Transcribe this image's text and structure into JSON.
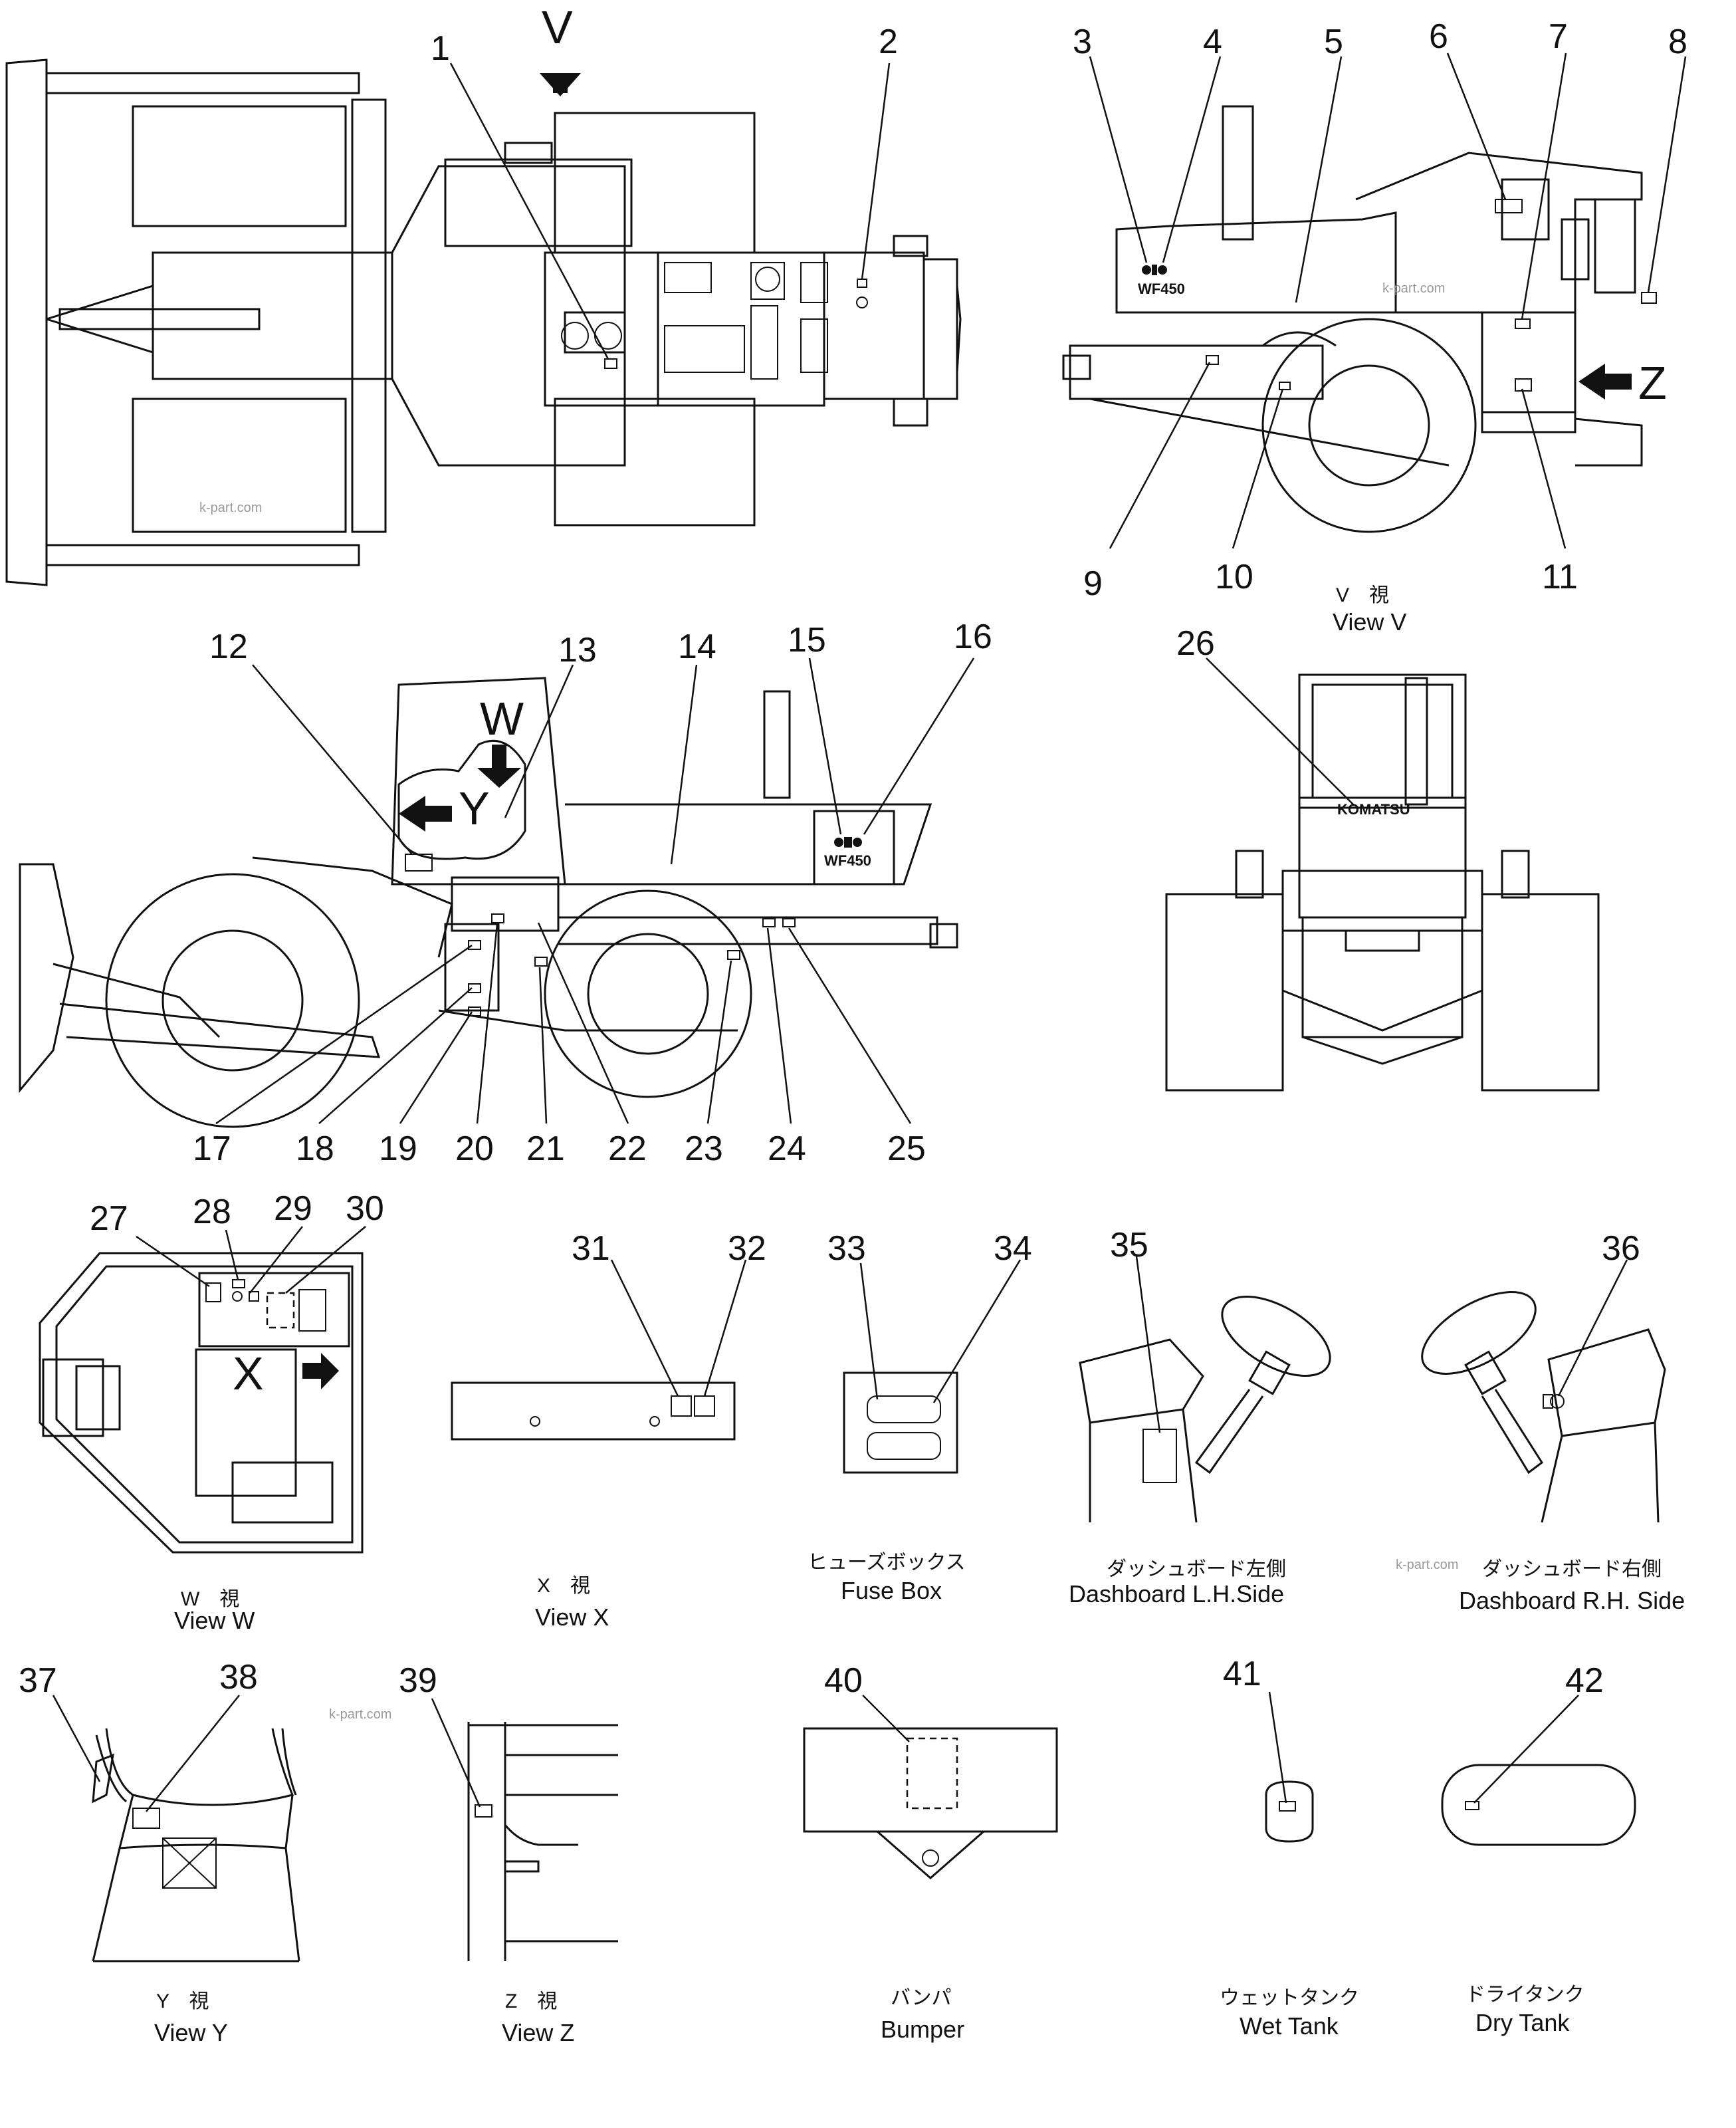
{
  "callouts": [
    "1",
    "2",
    "3",
    "4",
    "5",
    "6",
    "7",
    "8",
    "9",
    "10",
    "11",
    "12",
    "13",
    "14",
    "15",
    "16",
    "17",
    "18",
    "19",
    "20",
    "21",
    "22",
    "23",
    "24",
    "25",
    "26",
    "27",
    "28",
    "29",
    "30",
    "31",
    "32",
    "33",
    "34",
    "35",
    "36",
    "37",
    "38",
    "39",
    "40",
    "41",
    "42"
  ],
  "view_letters": {
    "v": "V",
    "w": "W",
    "x": "X",
    "y": "Y",
    "z": "Z"
  },
  "markings": {
    "model_side": "WF450",
    "model_left": "WF450",
    "brand_rear": "KOMATSU"
  },
  "captions": {
    "view_v": {
      "jp": "V　視",
      "en": "View V"
    },
    "view_w": {
      "jp": "W　視",
      "en": "View W"
    },
    "view_x": {
      "jp": "X　視",
      "en": "View X"
    },
    "fuse_box": {
      "jp": "ヒューズボックス",
      "en": "Fuse Box"
    },
    "dash_lh": {
      "jp": "ダッシュボード左側",
      "en": "Dashboard L.H.Side"
    },
    "dash_rh": {
      "jp": "ダッシュボード右側",
      "en": "Dashboard R.H. Side"
    },
    "view_y": {
      "jp": "Y　視",
      "en": "View Y"
    },
    "view_z": {
      "jp": "Z　視",
      "en": "View Z"
    },
    "bumper": {
      "jp": "バンパ",
      "en": "Bumper"
    },
    "wet_tank": {
      "jp": "ウェットタンク",
      "en": "Wet Tank"
    },
    "dry_tank": {
      "jp": "ドライタンク",
      "en": "Dry Tank"
    }
  },
  "watermark": "k-part.com"
}
